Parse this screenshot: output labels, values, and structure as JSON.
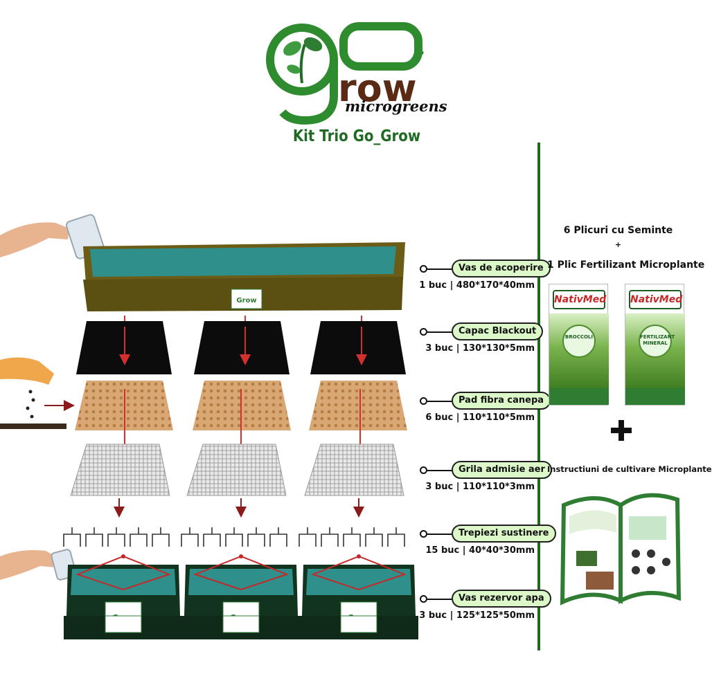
{
  "header": {
    "logo_text": "go grow",
    "logo_tagline": "microgreens",
    "title": "Kit Trio Go_Grow"
  },
  "colors": {
    "brand_green": "#1f6b23",
    "label_fill": "#dcf7c8",
    "tray_olive": "#6b5d17",
    "reservoir_green": "#12341f",
    "water_teal": "#2f8f8a",
    "arrow_red": "#d32f2f"
  },
  "components": [
    {
      "name": "Vas de acoperire",
      "spec": "1 buc | 480*170*40mm"
    },
    {
      "name": "Capac Blackout",
      "spec": "3 buc | 130*130*5mm"
    },
    {
      "name": "Pad fibra canepa",
      "spec": "6 buc | 110*110*5mm"
    },
    {
      "name": "Grila admisie aer",
      "spec": "3 buc | 110*110*3mm"
    },
    {
      "name": "Trepiezi sustinere",
      "spec": "15 buc | 40*40*30mm"
    },
    {
      "name": "Vas rezervor apa",
      "spec": "3 buc | 125*125*50mm"
    }
  ],
  "extras": {
    "seeds": "6 Plicuri cu Seminte",
    "plus": "+",
    "fertilizer": "1 Plic Fertilizant Microplante",
    "instructions": "Instructiuni de cultivare Microplante"
  },
  "packets": [
    {
      "brand": "NativMed",
      "label": "BROCCOLI"
    },
    {
      "brand": "NativMed",
      "label": "FERTILIZANT MINERAL"
    }
  ],
  "icons": {
    "logo": "sprout-logo-icon",
    "pouring_hand": "watering-hand-icon",
    "seed_hand": "seed-hand-icon",
    "plus": "plus-icon",
    "booklet": "open-booklet-icon"
  }
}
